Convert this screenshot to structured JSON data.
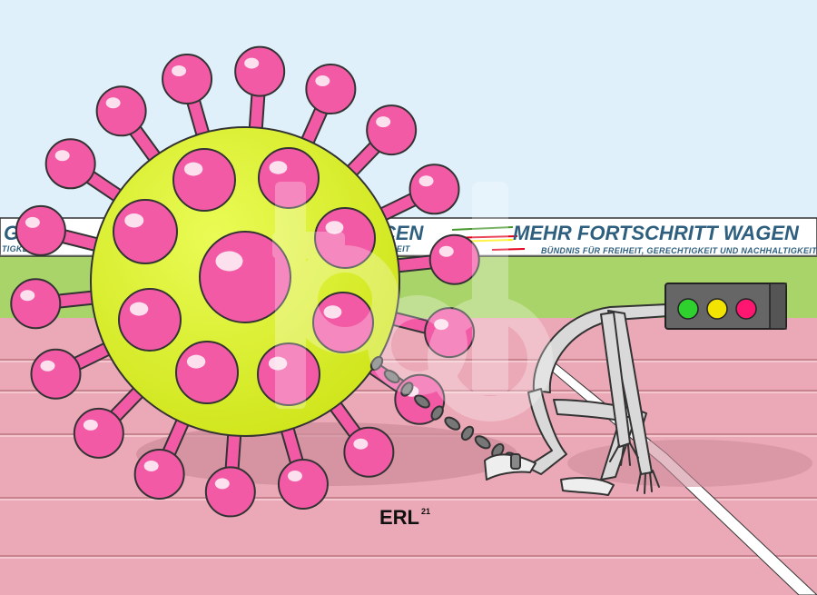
{
  "banner": {
    "left_title": "GEN",
    "left_sub": "TIGKEIT",
    "mid_title": "CEN",
    "mid_sub": "KEIT",
    "title": "MEHR FORTSCHRITT WAGEN",
    "subtitle": "BÜNDNIS FÜR FREIHEIT, GERECHTIGKEIT UND NACHHALTIGKEIT",
    "accent_colors": [
      "#e2001a",
      "#ffed00",
      "#46962b"
    ]
  },
  "signature": {
    "text": "ERL",
    "year": "21"
  },
  "watermark": {
    "text": "toonpool.com"
  },
  "traffic_light": {
    "lamps": [
      "#2fd12f",
      "#f2e400",
      "#ff1670"
    ],
    "housing_color": "#666666"
  },
  "colors": {
    "sky": "#dff0fb",
    "grass": "#a9d46a",
    "track": "#eba9b7",
    "virus_body": "#ddf225",
    "virus_spike": "#f25aa5"
  }
}
